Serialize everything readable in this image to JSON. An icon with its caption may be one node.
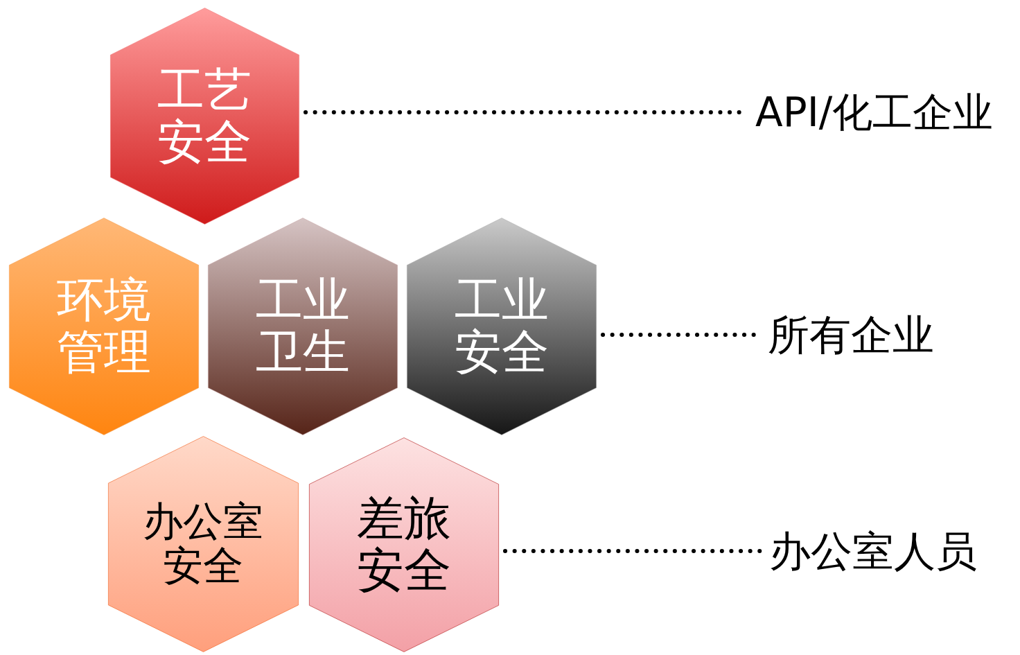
{
  "diagram": {
    "nodes": [
      {
        "text": [
          "工艺安全"
        ]
      },
      {
        "text": [
          "环境管理"
        ]
      },
      {
        "text": [
          "工业卫生"
        ]
      },
      {
        "text": [
          "工业安全"
        ]
      },
      {
        "text": [
          "办公室安全"
        ]
      },
      {
        "text": [
          "差旅安全"
        ]
      },
      {
        "text": [
          "API/化工企业"
        ]
      },
      {
        "text": [
          "所有企业"
        ]
      },
      {
        "text": [
          "办公室人员"
        ]
      }
    ],
    "edges": [
      {
        "from": 0,
        "to": 6,
        "arrow": "none",
        "style": "dashed"
      },
      {
        "from": 3,
        "to": 7,
        "arrow": "none",
        "style": "dashed"
      },
      {
        "from": 5,
        "to": 8,
        "arrow": "none",
        "style": "dashed"
      }
    ]
  }
}
